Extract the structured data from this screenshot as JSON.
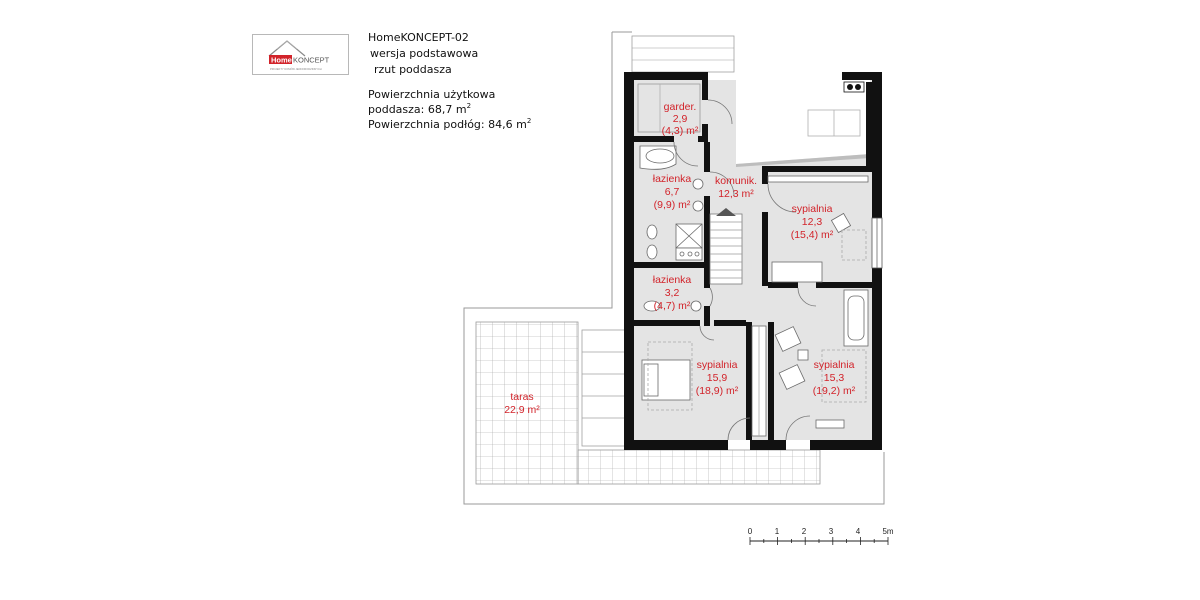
{
  "logo": {
    "home": "Home",
    "koncept": "KONCEPT",
    "tagline": "PROJEKTY DOMÓW JEDNORODZINNYCH",
    "accent_color": "#d2232a"
  },
  "header": {
    "project_name": "HomeKONCEPT-02",
    "version": "wersja podstawowa",
    "plan_type": "rzut poddasza"
  },
  "areas": {
    "usable_title": "Powierzchnia użytkowa",
    "attic_label": "poddasza: 68,7 m",
    "floor_label": "Powierzchnia podłóg: 84,6 m",
    "unit_sup": "2"
  },
  "rooms": {
    "garderoba": {
      "name": "garder.",
      "area": "2,9",
      "floor": "(4,3) m²"
    },
    "lazienka1": {
      "name": "łazienka",
      "area": "6,7",
      "floor": "(9,9) m²"
    },
    "komunikacja": {
      "name": "komunik.",
      "area": "12,3 m²"
    },
    "sypialnia1": {
      "name": "sypialnia",
      "area": "12,3",
      "floor": "(15,4) m²"
    },
    "lazienka2": {
      "name": "łazienka",
      "area": "3,2",
      "floor": "(4,7) m²"
    },
    "sypialnia2": {
      "name": "sypialnia",
      "area": "15,9",
      "floor": "(18,9) m²"
    },
    "sypialnia3": {
      "name": "sypialnia",
      "area": "15,3",
      "floor": "(19,2) m²"
    },
    "taras": {
      "name": "taras",
      "area": "22,9 m²"
    }
  },
  "scale_bar": {
    "ticks": [
      "0",
      "1",
      "2",
      "3",
      "4",
      "5m"
    ]
  },
  "colors": {
    "wall": "#111111",
    "floor": "#e4e4e4",
    "label": "#d2232a",
    "outline": "#9a9a9a"
  }
}
